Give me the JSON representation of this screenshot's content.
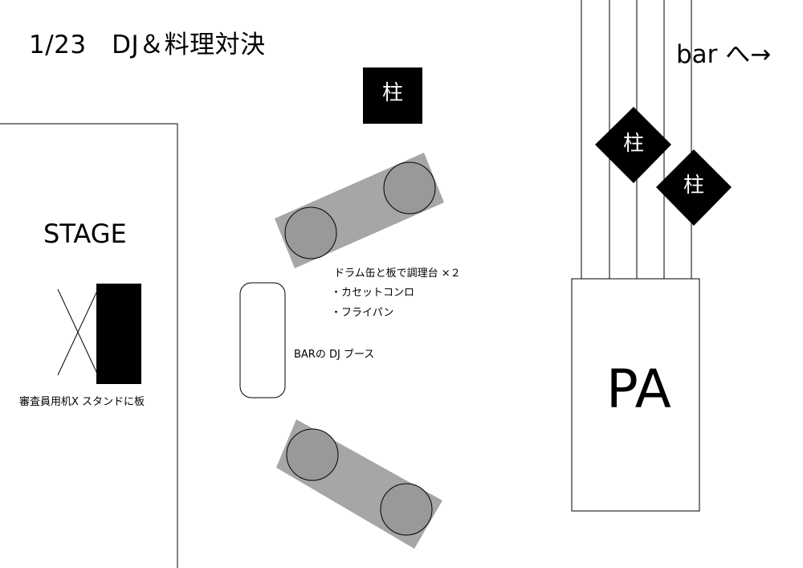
{
  "title": "1/23　DJ＆料理対決",
  "bar_direction": "bar へ→",
  "stage": {
    "label": "STAGE",
    "table_note": "審査員用机X スタンドに板"
  },
  "pa": {
    "label": "PA"
  },
  "pillars": [
    "柱",
    "柱",
    "柱"
  ],
  "cooking": {
    "drum_note": "ドラム缶と板で調理台 ×２",
    "stove_note": "・カセットコンロ",
    "pan_note": "・フライパン"
  },
  "dj_booth": {
    "label": "BARの DJ ブース"
  },
  "colors": {
    "pillar": "#000000",
    "cooking_table": "#a6a6a6",
    "drum": "#999999",
    "line": "#000000",
    "background": "#ffffff"
  }
}
